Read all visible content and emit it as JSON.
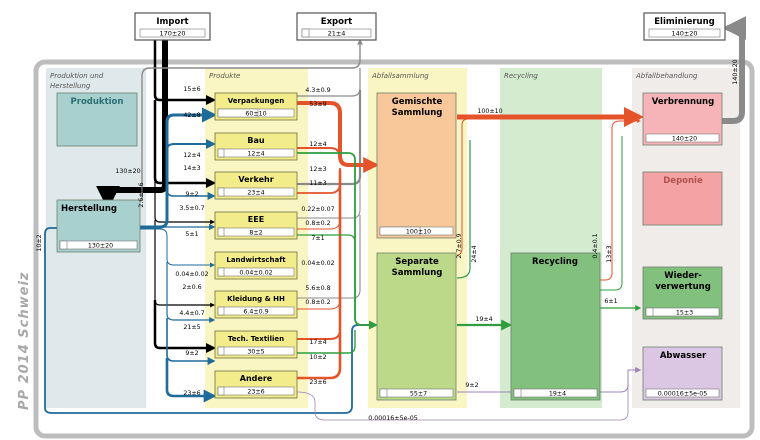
{
  "side_label": "PP  2014  Schweiz",
  "sections": [
    {
      "id": "produktion",
      "label": "Produktion und Herstellung",
      "lines": [
        "Produktion und",
        "Herstellung"
      ]
    },
    {
      "id": "produkte",
      "label": "Produkte",
      "lines": [
        "Produkte"
      ]
    },
    {
      "id": "abfallsammlung",
      "label": "Abfallsammlung",
      "lines": [
        "Abfallsammlung"
      ]
    },
    {
      "id": "recycling",
      "label": "Recycling",
      "lines": [
        "Recycling"
      ]
    },
    {
      "id": "abfallbehandlung",
      "label": "Abfallbehandlung",
      "lines": [
        "Abfallbehandlung"
      ]
    }
  ],
  "top_boxes": [
    {
      "id": "import",
      "label": "Import",
      "value": "170±20"
    },
    {
      "id": "export",
      "label": "Export",
      "value": "21±4"
    },
    {
      "id": "eliminierung",
      "label": "Eliminierung",
      "value": "140±20"
    }
  ],
  "main_boxes": [
    {
      "id": "produktion",
      "label": "Produktion",
      "value": ""
    },
    {
      "id": "herstellung",
      "label": "Herstellung",
      "value": "130±20"
    },
    {
      "id": "gemischte",
      "label": "Gemischte Sammlung",
      "lines": [
        "Gemischte",
        "Sammlung"
      ],
      "value": "100±10"
    },
    {
      "id": "separate",
      "label": "Separate Sammlung",
      "lines": [
        "Separate",
        "Sammlung"
      ],
      "value": "55±7"
    },
    {
      "id": "recycling",
      "label": "Recycling",
      "value": "19±4"
    },
    {
      "id": "verbrennung",
      "label": "Verbrennung",
      "value": "140±20"
    },
    {
      "id": "deponie",
      "label": "Deponie",
      "value": ""
    },
    {
      "id": "wiederverwertung",
      "label": "Wieder-verwertung",
      "lines": [
        "Wieder-",
        "verwertung"
      ],
      "value": "15±3"
    },
    {
      "id": "abwasser",
      "label": "Abwasser",
      "value": "0.00016±5e-05"
    }
  ],
  "products": [
    {
      "id": "verpackungen",
      "label": "Verpackungen",
      "value": "60±10",
      "in_import": "15±6",
      "in_herst": "42±8",
      "out_export": "4.3±0.9",
      "out_gem": "53±9",
      "out_sep": ""
    },
    {
      "id": "bau",
      "label": "Bau",
      "value": "12±4",
      "in_import": "",
      "in_herst": "12±4",
      "out_export": "",
      "out_gem": "12±4",
      "out_sep": ""
    },
    {
      "id": "verkehr",
      "label": "Verkehr",
      "value": "23±4",
      "in_import": "14±3",
      "in_herst": "9±2",
      "out_export": "12±3",
      "out_gem": "11±3",
      "out_sep": ""
    },
    {
      "id": "eee",
      "label": "EEE",
      "value": "8±2",
      "in_import": "3.5±0.7",
      "in_herst": "5±1",
      "out_export": "0.22±0.07",
      "out_gem": "0.8±0.2",
      "out_sep": "7±1"
    },
    {
      "id": "landwirtschaft",
      "label": "Landwirtschaft",
      "value": "0.04±0.02",
      "in_import": "",
      "in_herst": "0.04±0.02",
      "out_export": "",
      "out_gem": "0.04±0.02",
      "out_sep": ""
    },
    {
      "id": "kleidung",
      "label": "Kleidung & HH",
      "value": "6.4±0.9",
      "in_import": "2±0.6",
      "in_herst": "4.4±0.7",
      "out_export": "5.6±0.8",
      "out_gem": "0.8±0.2",
      "out_sep": ""
    },
    {
      "id": "textilien",
      "label": "Tech. Textilien",
      "value": "30±5",
      "in_import": "21±5",
      "in_herst": "9±2",
      "out_export": "",
      "out_gem": "17±4",
      "out_sep": "10±2"
    },
    {
      "id": "andere",
      "label": "Andere",
      "value": "23±6",
      "in_import": "",
      "in_herst": "23±6",
      "out_export": "",
      "out_gem": "23±6",
      "out_sep": ""
    }
  ],
  "flows": {
    "import_herstellung": "130±20",
    "herstellung_export": "2.6±0.6",
    "herstellung_abwasser": "10±2",
    "gem_verbrennung": "100±10",
    "sep_verbrennung": "2.7±0.9",
    "sep_recycling_up": "24±4",
    "sep_recycling": "19±4",
    "sep_abwasser": "9±2",
    "recycling_verbrennung": "0.4±0.1",
    "recycling_up": "13±3",
    "recycling_wiederverwertung": "6±1",
    "verbrennung_eliminierung": "140±20",
    "abwasser_small": "0.00016±5e-05"
  },
  "colors": {
    "import": "#000000",
    "herstellung": "#1f6b9a",
    "gemischt": "#e5532a",
    "separat": "#2e9e3e",
    "export": "#8a8a8a",
    "abwasser": "#9b84b8"
  }
}
